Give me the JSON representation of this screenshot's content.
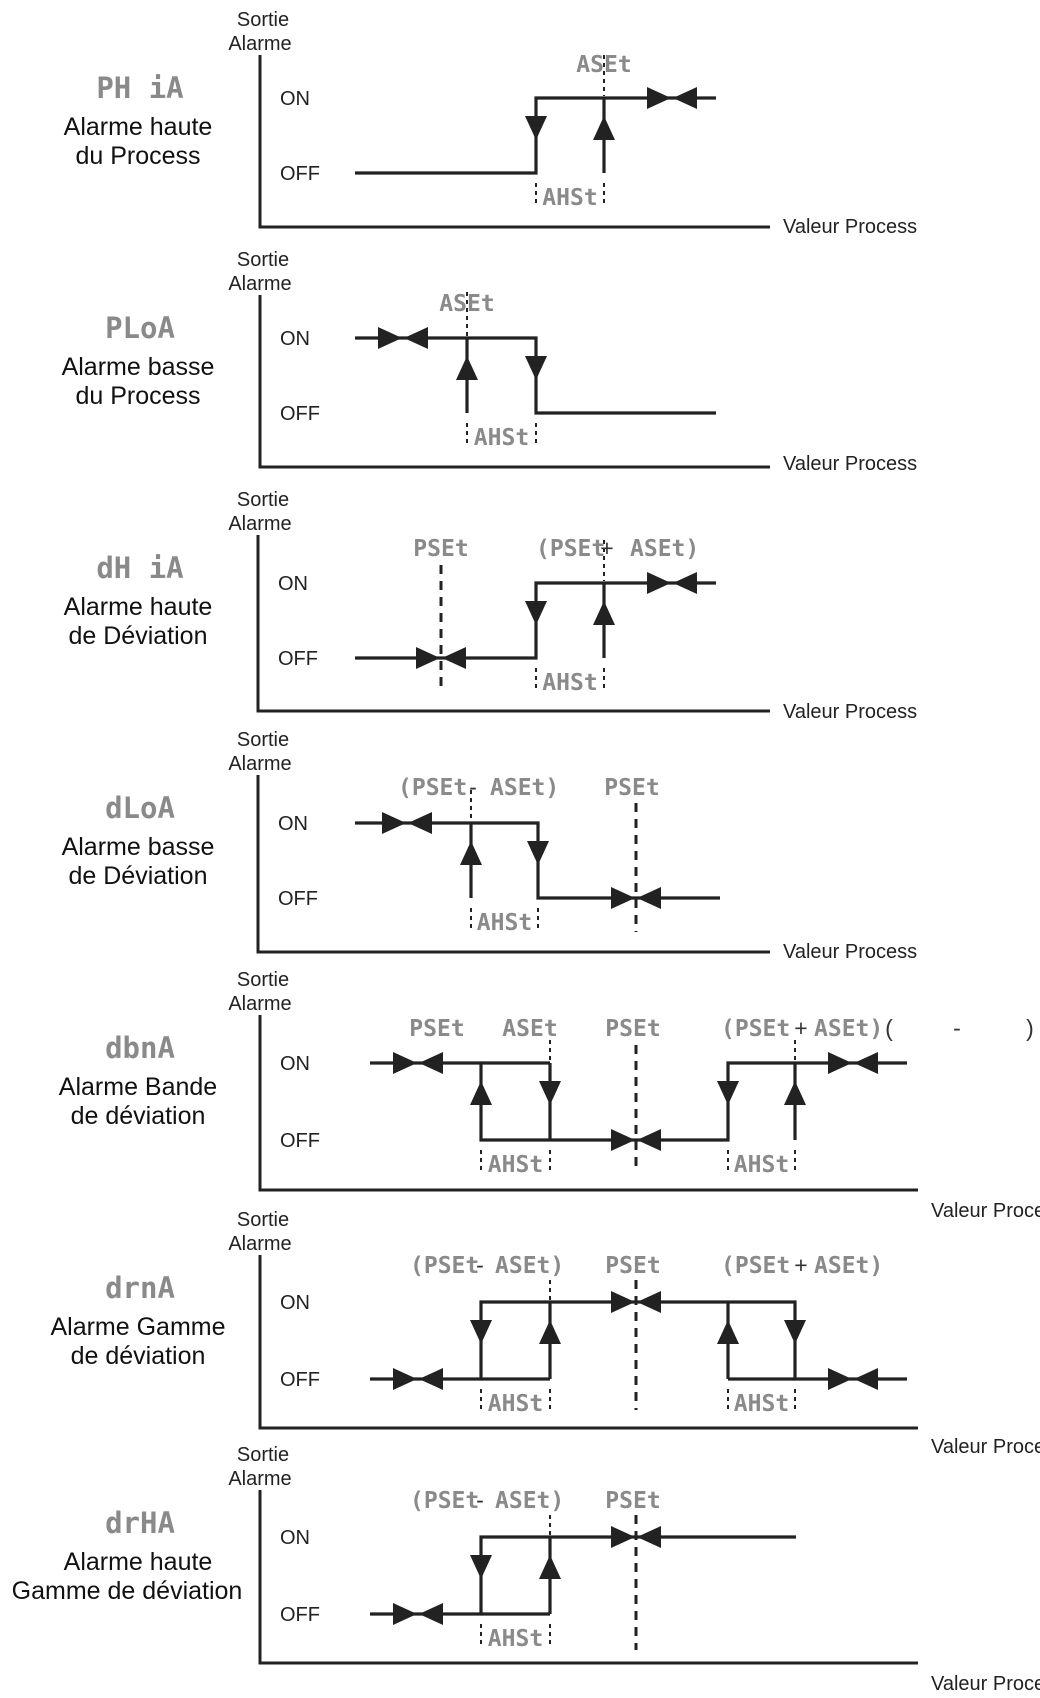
{
  "axis_labels": {
    "y_line1": "Sortie",
    "y_line2": "Alarme",
    "x": "Valeur Process",
    "on": "ON",
    "off": "OFF"
  },
  "symbols": {
    "aset": "ASEt",
    "ahst": "AHSt",
    "pset": "PSEt",
    "plus": "+",
    "minus": "-",
    "open": "(",
    "close": ")"
  },
  "panels": [
    {
      "code": "PH iA",
      "title1": "Alarme haute",
      "title2": "du Process"
    },
    {
      "code": "PLoA",
      "title1": "Alarme basse",
      "title2": "du Process"
    },
    {
      "code": "dH iA",
      "title1": "Alarme haute",
      "title2": "de Déviation"
    },
    {
      "code": "dLoA",
      "title1": "Alarme basse",
      "title2": "de Déviation"
    },
    {
      "code": "dbnA",
      "title1": "Alarme Bande",
      "title2": "de déviation"
    },
    {
      "code": "drnA",
      "title1": "Alarme Gamme",
      "title2": "de déviation"
    },
    {
      "code": "drHA",
      "title1": "Alarme haute",
      "title2": "Gamme de déviation"
    }
  ]
}
